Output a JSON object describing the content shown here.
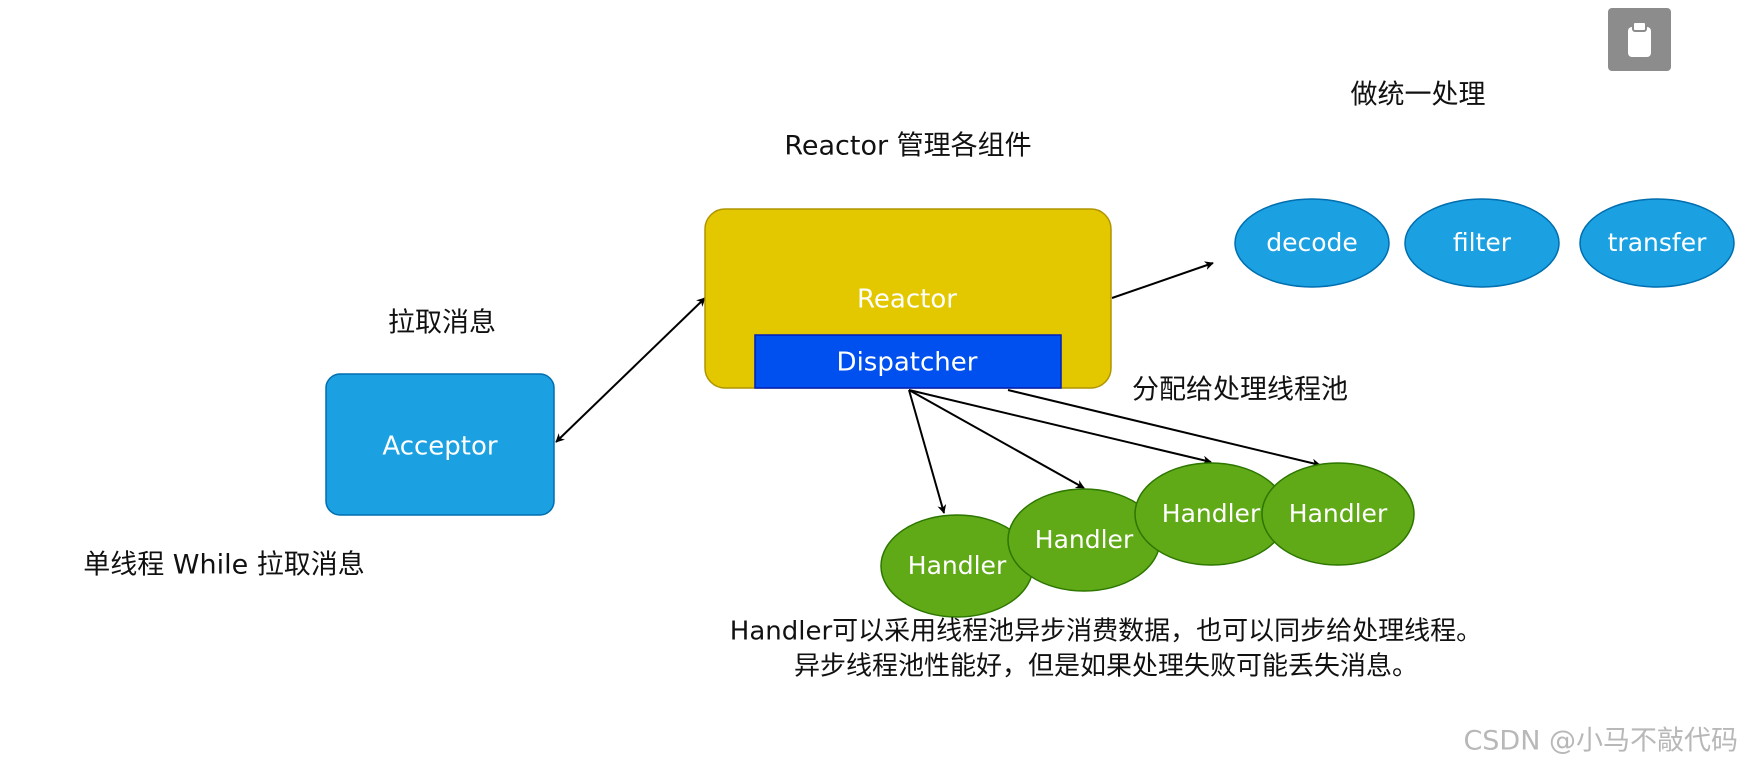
{
  "labels": {
    "reactor_manage": "Reactor 管理各组件",
    "unified": "做统一处理",
    "pull_msg": "拉取消息",
    "single_thread": "单线程 While 拉取消息",
    "dispatch_pool": "分配给处理线程池",
    "note_line1": "Handler可以采用线程池异步消费数据，也可以同步给处理线程。",
    "note_line2": "异步线程池性能好，但是如果处理失败可能丢失消息。",
    "watermark": "CSDN @小马不敲代码"
  },
  "nodes": {
    "acceptor": "Acceptor",
    "reactor": "Reactor",
    "dispatcher": "Dispatcher",
    "decode": "decode",
    "filter": "filter",
    "transfer": "transfer",
    "handler_1": "Handler",
    "handler_2": "Handler",
    "handler_3": "Handler",
    "handler_4": "Handler"
  },
  "toolbar": {
    "icon": "clipboard-icon"
  },
  "colors": {
    "acceptor_fill": "#1ba1e2",
    "reactor_fill": "#e3c800",
    "dispatcher_fill": "#0050ef",
    "step_fill": "#1ba1e2",
    "handler_fill": "#60a917",
    "arrow": "#000000"
  }
}
